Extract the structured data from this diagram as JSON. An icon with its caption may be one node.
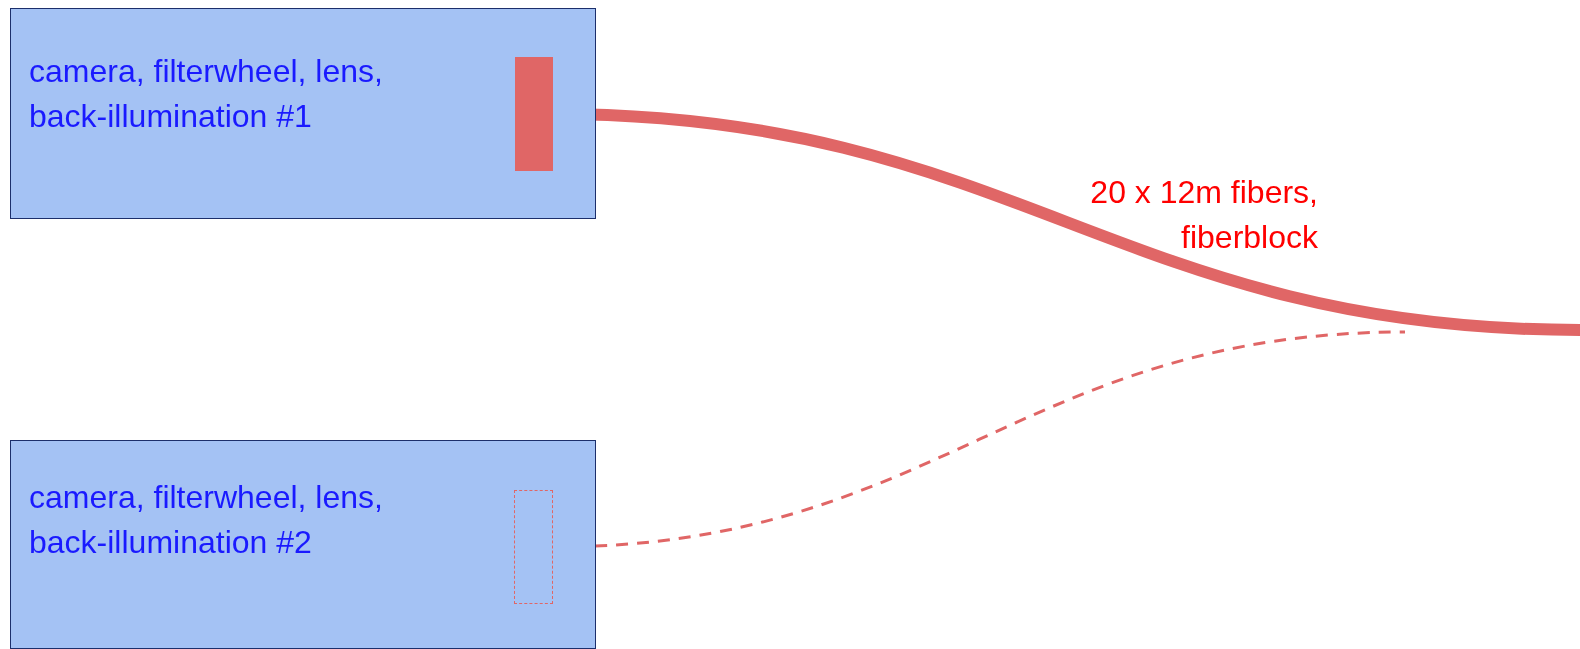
{
  "diagram": {
    "nodes": [
      {
        "text": [
          "camera, filterwheel, lens, back-illumination #1"
        ]
      },
      {
        "text": [
          "camera, filterwheel, lens, back-illumination #2"
        ]
      },
      {
        "text": [],
        "shape": "bar",
        "in": 0
      },
      {
        "text": [],
        "shape": "box",
        "in": 1
      }
    ],
    "edges": [
      {
        "from": 2,
        "to": null,
        "arrow": "none",
        "label": "20 x 12m fibers, fiberblock",
        "style": "thick"
      },
      {
        "from": 3,
        "to": null,
        "arrow": "none",
        "style": "dashed"
      }
    ]
  }
}
